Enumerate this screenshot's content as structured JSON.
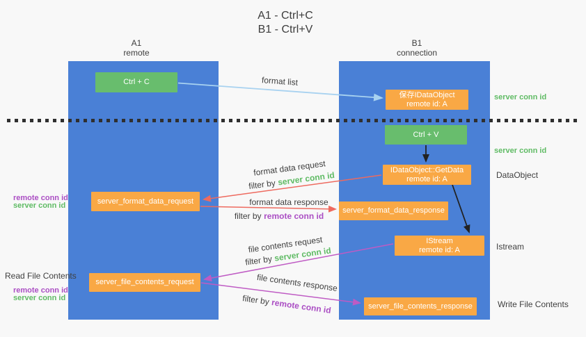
{
  "title": {
    "line1": "A1 - Ctrl+C",
    "line2": "B1 - Ctrl+V"
  },
  "lanes": {
    "left": {
      "id": "A1",
      "subtitle": "remote"
    },
    "right": {
      "id": "B1",
      "subtitle": "connection"
    }
  },
  "nodes": {
    "ctrl_c": {
      "label": "Ctrl + C"
    },
    "ctrl_v": {
      "label": "Ctrl + V"
    },
    "save_idataobject": {
      "line1": "保存IDataObject",
      "line2": "remote id: A"
    },
    "getdata": {
      "line1": "IDataObject::GetData",
      "line2": "remote id: A"
    },
    "istream": {
      "line1": "IStream",
      "line2": "remote id: A"
    },
    "server_format_data_request": {
      "label": "server_format_data_request"
    },
    "server_format_data_response": {
      "label": "server_format_data_response"
    },
    "server_file_contents_request": {
      "label": "server_file_contents_request"
    },
    "server_file_contents_response": {
      "label": "server_file_contents_response"
    }
  },
  "edge_labels": {
    "format_list": "format list",
    "format_data_request": "format data request",
    "format_data_response": "format data response",
    "file_contents_request": "file contents request",
    "file_contents_response": "file contents response",
    "filter_by": "filter by",
    "server_conn_id": "server conn id",
    "remote_conn_id": "remote conn id"
  },
  "side_labels": {
    "read_file_contents": "Read File Contents",
    "write_file_contents": "Write File Contents",
    "dataobject": "DataObject",
    "istream": "Istream",
    "server_conn_id": "server conn id",
    "remote_conn_id": "remote conn id"
  },
  "colors": {
    "lane_blue": "#4a80d6",
    "node_orange": "#f9a845",
    "node_green": "#68bd6d",
    "arrow_red": "#ee6a5f",
    "arrow_magenta": "#bf5bc4",
    "arrow_light_blue": "#a8d2f0",
    "arrow_black": "#222222",
    "text_green": "#5fbb64",
    "text_purple": "#ab4fc4",
    "text_dark": "#3d3d3d",
    "background": "#f8f8f8"
  }
}
